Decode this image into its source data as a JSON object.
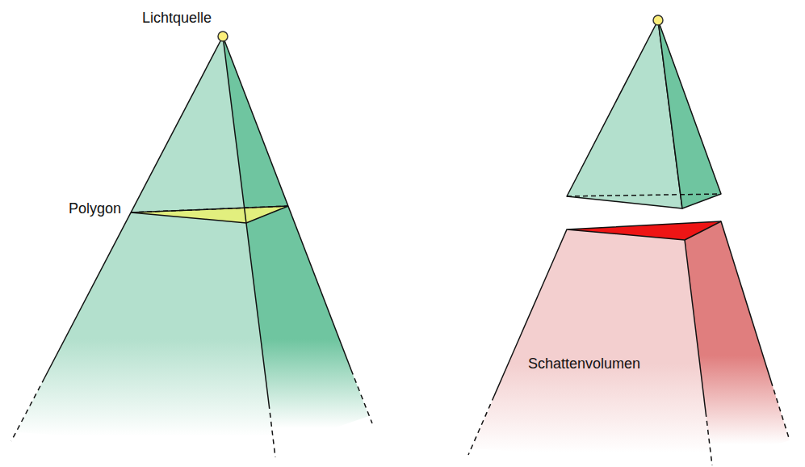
{
  "diagram": {
    "labels": [
      "Lichtquelle",
      "Polygon",
      "Schattenvolumen"
    ]
  }
}
